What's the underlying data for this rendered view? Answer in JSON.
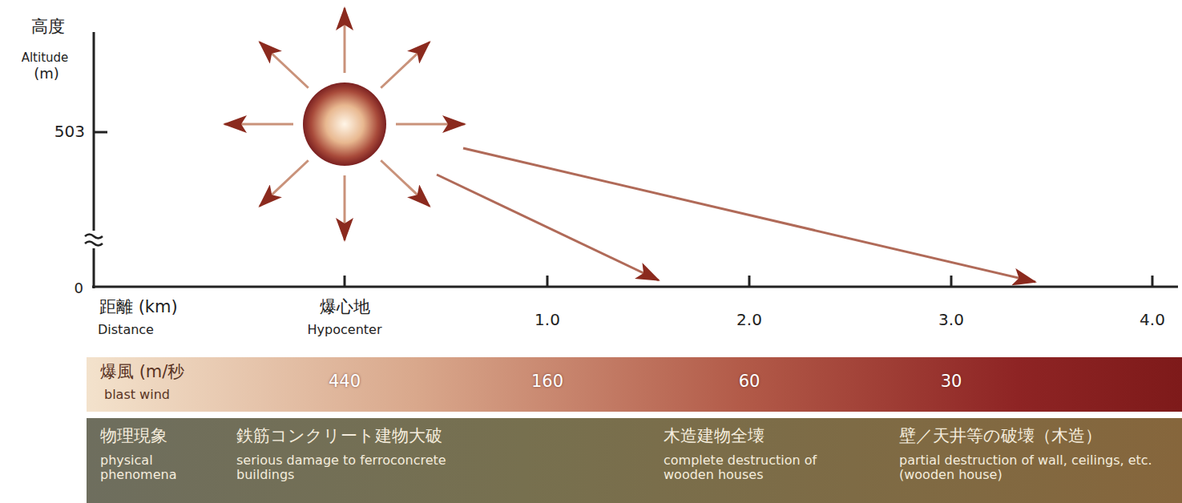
{
  "diagram": {
    "nodes": [
      {
        "text": [
          "爆風 (m/秒",
          "blast wind",
          "440",
          "160",
          "60",
          "30"
        ]
      },
      {
        "text": [
          "物理現象",
          "physical phenomena",
          "鉄筋コンクリート建物大破",
          "serious damage to ferroconcrete buildings",
          "木造建物全壊",
          "complete destruction of wooden houses",
          "壁／天井等の破壊（木造）",
          "partial destruction of wall, ceilings, etc.(wooden house)"
        ]
      }
    ],
    "labels": [
      "高度",
      "Altitude",
      "(m)",
      "503",
      "0",
      "距離 (km)",
      "Distance",
      "爆心地",
      "Hypocenter",
      "1.0",
      "2.0",
      "3.0",
      "4.0"
    ]
  }
}
